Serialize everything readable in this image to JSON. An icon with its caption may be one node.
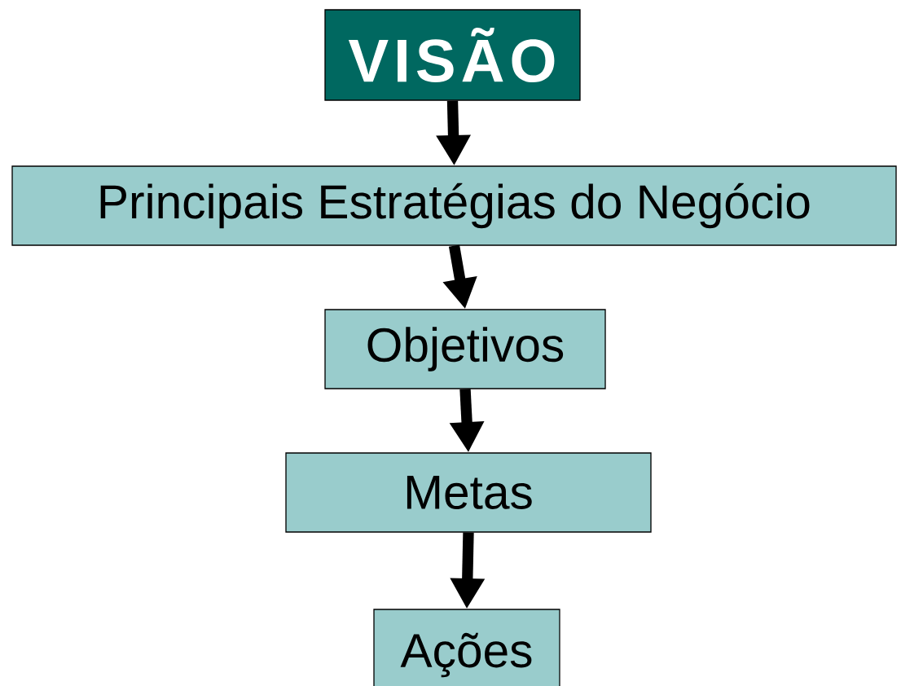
{
  "diagram": {
    "nodes": [
      {
        "text": [
          "VISÃO"
        ]
      },
      {
        "text": [
          "Principais Estratégias do Negócio"
        ]
      },
      {
        "text": [
          "Objetivos"
        ]
      },
      {
        "text": [
          "Metas"
        ]
      },
      {
        "text": [
          "Ações"
        ]
      }
    ],
    "edges": [
      {
        "from": 0,
        "to": 1,
        "arrow": "to"
      },
      {
        "from": 1,
        "to": 2,
        "arrow": "to"
      },
      {
        "from": 2,
        "to": 3,
        "arrow": "to"
      },
      {
        "from": 3,
        "to": 4,
        "arrow": "to"
      }
    ]
  }
}
